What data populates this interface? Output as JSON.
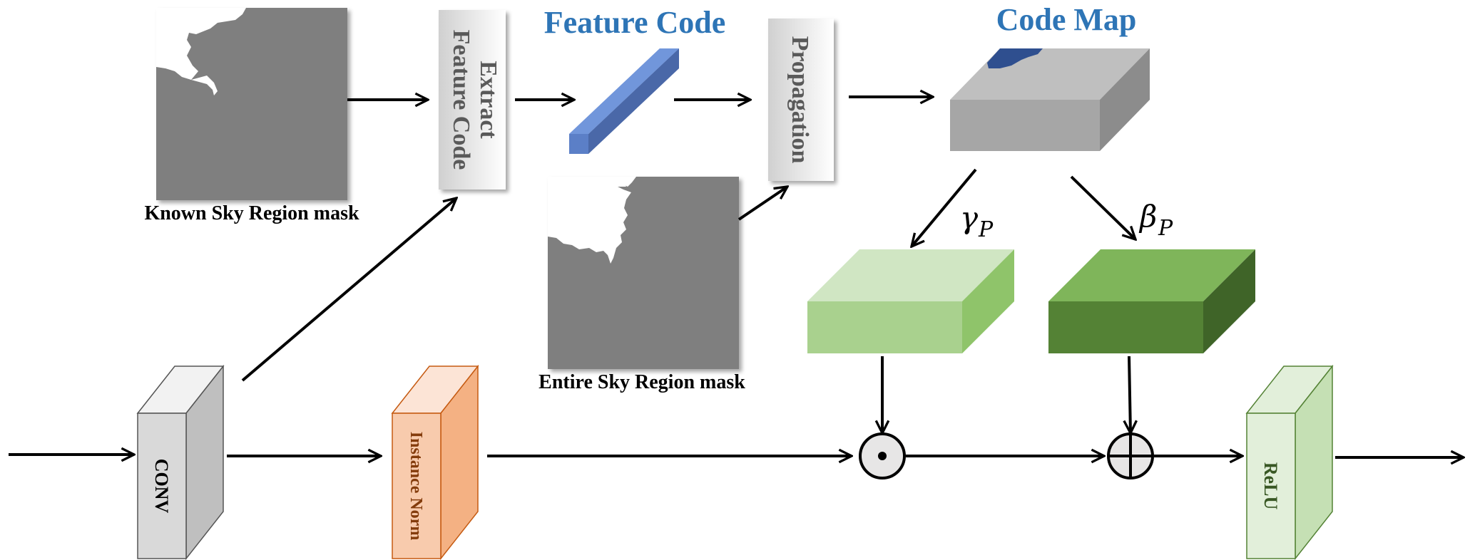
{
  "titles": {
    "feature_code": "Feature Code",
    "code_map": "Code Map"
  },
  "masks": {
    "known_caption": "Known Sky Region mask",
    "entire_caption": "Entire Sky Region mask"
  },
  "blocks": {
    "extract_line1": "Extract",
    "extract_line2": "Feature Code",
    "propagation": "Propagation",
    "conv": "CONV",
    "instance_norm": "Instance Norm",
    "relu": "ReLU"
  },
  "params": {
    "gamma": "γ",
    "gamma_sub": "P",
    "beta": "β",
    "beta_sub": "P"
  },
  "operators": {
    "multiply": "⊙",
    "add": "⊕"
  },
  "colors": {
    "title_blue": "#2e75b6",
    "mask_gray": "#7f7f7f",
    "feature_bar": "#5b7fc7",
    "codemap_gray": "#a6a6a6",
    "codemap_blue": "#2f4f8f",
    "gamma_green": "#a9d18e",
    "beta_green": "#548235",
    "norm_orange": "#f8cbad",
    "relu_green": "#c5e0b4",
    "conv_gray": "#d9d9d9"
  }
}
